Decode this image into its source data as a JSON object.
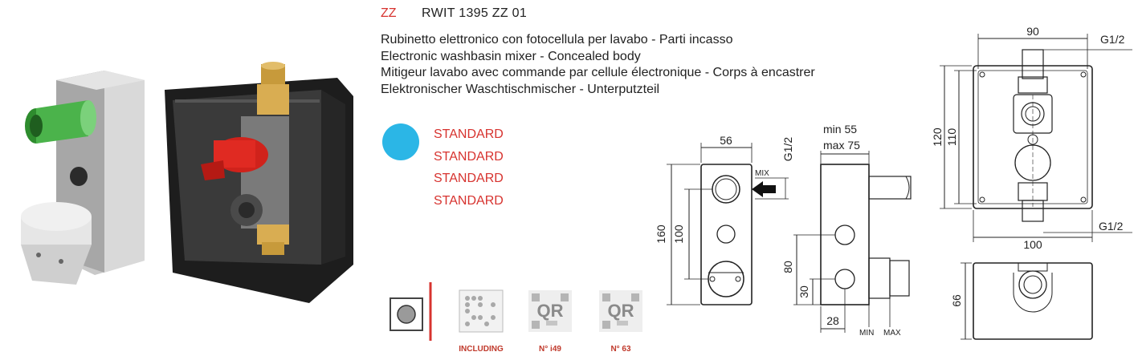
{
  "product": {
    "code_prefix": "ZZ",
    "code": "RWIT 1395 ZZ 01",
    "descriptions": [
      "Rubinetto elettronico con fotocellula per lavabo - Parti incasso",
      "Electronic washbasin mixer - Concealed body",
      "Mitigeur lavabo avec commande par cellule électronique - Corps à encastrer",
      "Elektronischer Waschtischmischer - Unterputzteil"
    ]
  },
  "finishes": {
    "swatch_color": "#2bb6e6",
    "labels": [
      "STANDARD",
      "STANDARD",
      "STANDARD",
      "STANDARD"
    ]
  },
  "icons": [
    {
      "name": "including-icon",
      "label": "INCLUDING"
    },
    {
      "name": "qr-i49-icon",
      "label": "N° i49",
      "glyph": "QR"
    },
    {
      "name": "qr-63-icon",
      "label": "N° 63",
      "glyph": "QR"
    }
  ],
  "drawings": {
    "front": {
      "width": "56",
      "height": "160",
      "inner": "100",
      "thread": "G1/2",
      "mix": "MIX"
    },
    "side": {
      "depth": "min 55\nmax 75",
      "min_label": "min 55",
      "max_label": "max 75",
      "h1": "80",
      "h2": "30",
      "w": "28",
      "min": "MIN",
      "max": "MAX"
    },
    "box": {
      "top_width": "90",
      "thread_top": "G1/2",
      "outer_h": "120",
      "inner_h": "110",
      "thread_bottom": "G1/2",
      "bottom_width": "100",
      "depth": "66"
    }
  },
  "colors": {
    "accent_red": "#d7332f",
    "swatch_blue": "#2bb6e6"
  }
}
